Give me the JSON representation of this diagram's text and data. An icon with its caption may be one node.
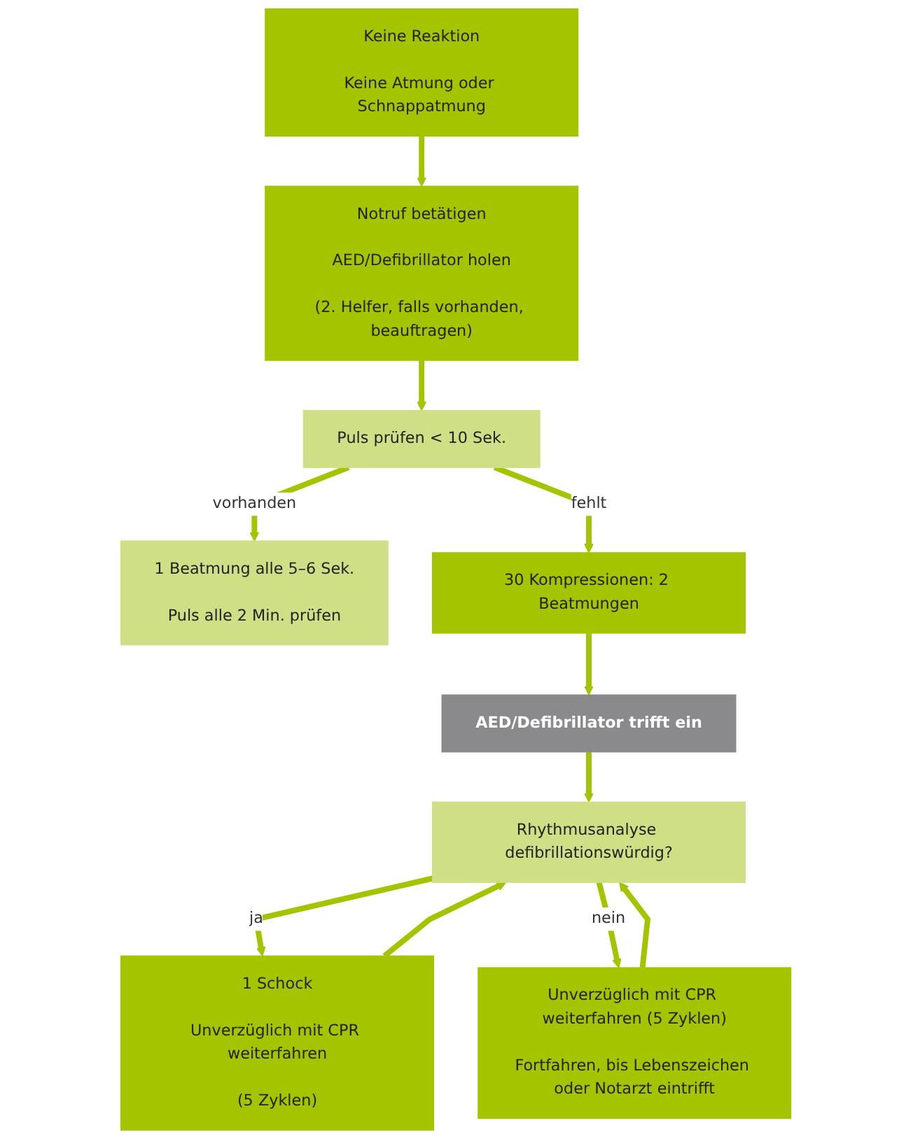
{
  "diagram": {
    "nodes": [
      {
        "text": [
          "Keine Reaktion",
          "Keine Atmung oder Schnappatmung"
        ]
      },
      {
        "text": [
          "Notruf betätigen",
          "AED/Defibrillator holen",
          "(2. Helfer, falls vorhanden, beauftragen)"
        ]
      },
      {
        "text": [
          "Puls prüfen < 10 Sek."
        ]
      },
      {
        "text": [
          "1 Beatmung alle 5–6 Sek.",
          "Puls alle 2 Min. prüfen"
        ]
      },
      {
        "text": [
          "30 Kompressionen: 2 Beatmungen"
        ]
      },
      {
        "text": [
          "AED/Defibrillator trifft ein"
        ]
      },
      {
        "text": [
          "Rhythmusanalyse defibrillationswürdig?"
        ]
      },
      {
        "text": [
          "1 Schock",
          "Unverzüglich mit CPR weiterfahren",
          "(5 Zyklen)"
        ]
      },
      {
        "text": [
          "Unverzüglich mit CPR weiterfahren (5 Zyklen)",
          "Fortfahren, bis Lebenszeichen oder Notarzt eintrifft"
        ]
      }
    ],
    "edges": [
      {
        "from": 0,
        "to": 1,
        "arrow": "to"
      },
      {
        "from": 1,
        "to": 2,
        "arrow": "to"
      },
      {
        "from": 2,
        "to": 3,
        "arrow": "to",
        "label": "vorhanden"
      },
      {
        "from": 2,
        "to": 4,
        "arrow": "to",
        "label": "fehlt"
      },
      {
        "from": 4,
        "to": 5,
        "arrow": "to"
      },
      {
        "from": 5,
        "to": 6,
        "arrow": "to"
      },
      {
        "from": 6,
        "to": 7,
        "arrow": "to",
        "label": "ja"
      },
      {
        "from": 6,
        "to": 8,
        "arrow": "to",
        "label": "nein"
      },
      {
        "from": 7,
        "to": 6,
        "arrow": "to"
      },
      {
        "from": 8,
        "to": 6,
        "arrow": "to"
      }
    ]
  }
}
